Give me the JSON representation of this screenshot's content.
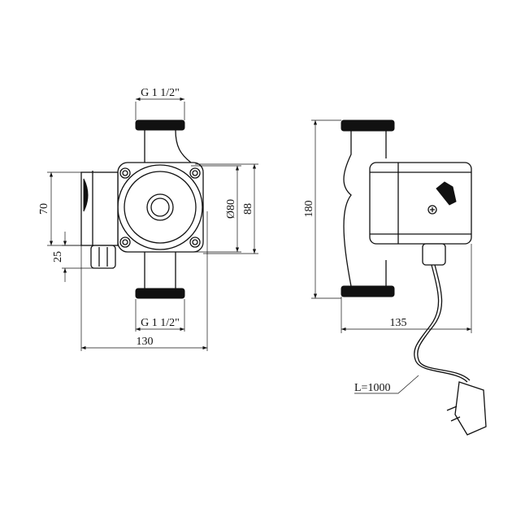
{
  "labels": {
    "thread_top": "G 1 1/2\"",
    "thread_bottom": "G 1 1/2\"",
    "height_70": "70",
    "height_25": "25",
    "diameter_80": "Ø80",
    "height_88": "88",
    "width_130": "130",
    "height_180": "180",
    "depth_135": "135",
    "cable_length": "L=1000"
  }
}
